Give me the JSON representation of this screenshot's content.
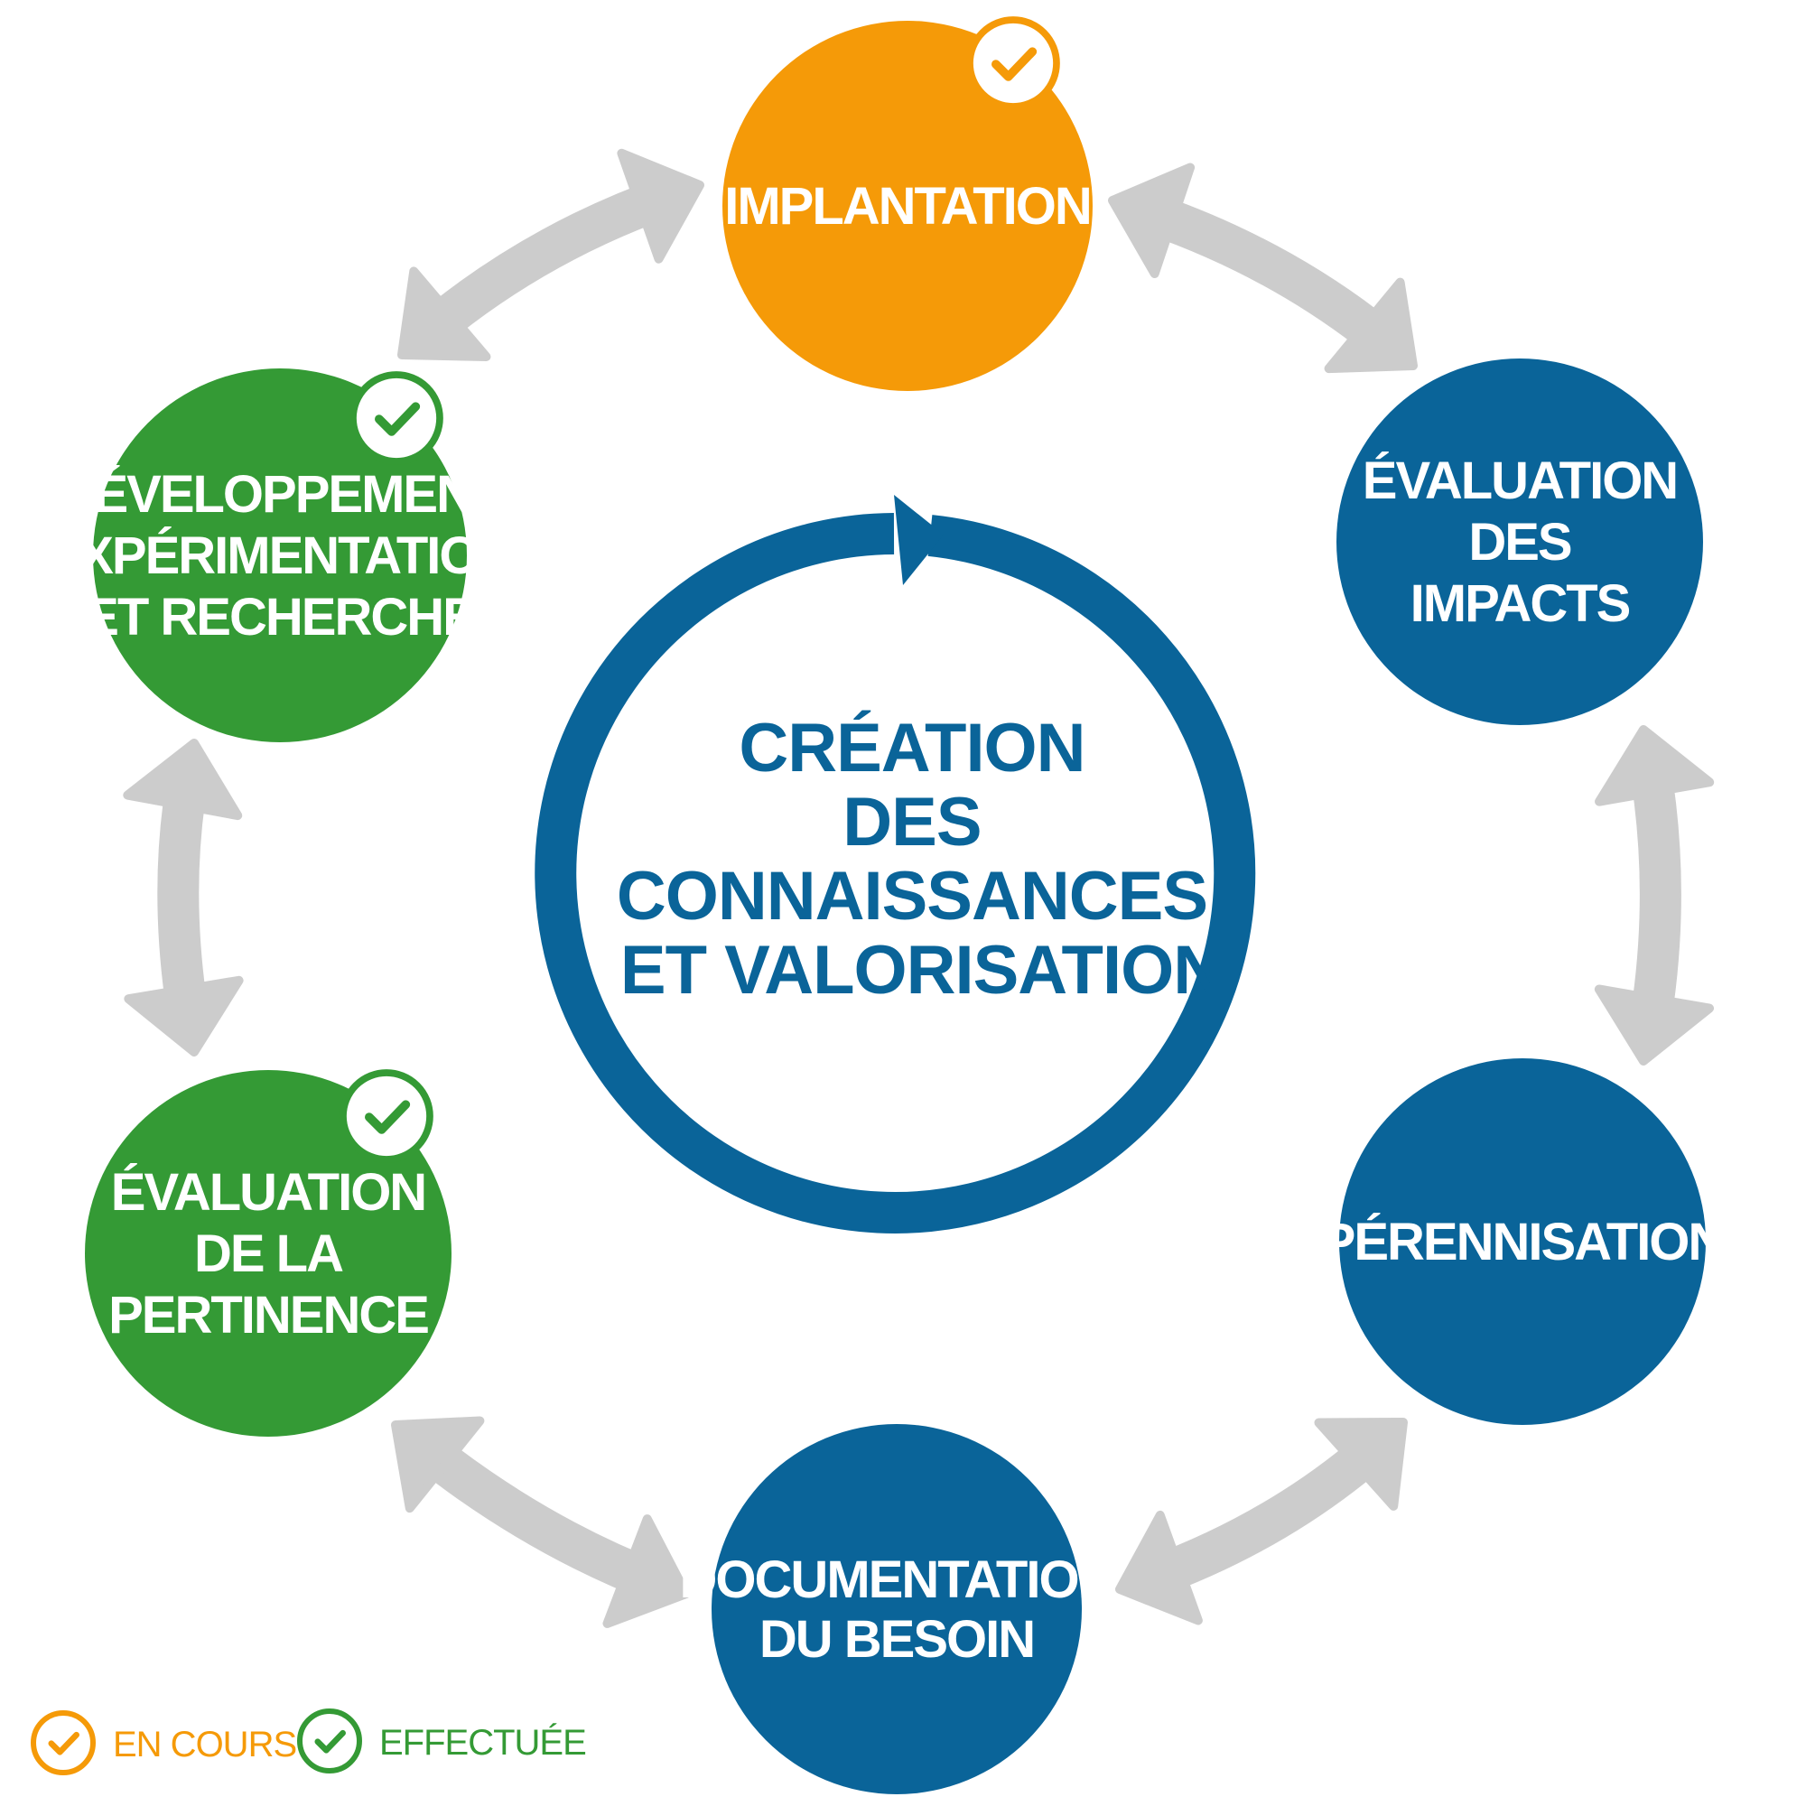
{
  "colors": {
    "orange": "#f59a08",
    "green": "#349a35",
    "blue": "#0a6499",
    "arrow_gray": "#cccccc",
    "white": "#ffffff"
  },
  "center": {
    "lines": [
      "CRÉATION",
      "DES",
      "CONNAISSANCES",
      "ET VALORISATION"
    ],
    "icon": "cycle-arrow-icon"
  },
  "nodes": [
    {
      "id": "implantation",
      "status": "en_cours",
      "color": "orange",
      "lines": [
        "IMPLANTATION"
      ]
    },
    {
      "id": "evaluation-impacts",
      "status": "none",
      "color": "blue",
      "lines": [
        "ÉVALUATION",
        "DES",
        "IMPACTS"
      ]
    },
    {
      "id": "perennisation",
      "status": "none",
      "color": "blue",
      "lines": [
        "PÉRENNISATION"
      ]
    },
    {
      "id": "documentation-besoin",
      "status": "none",
      "color": "blue",
      "lines": [
        "DOCUMENTATION",
        "DU BESOIN"
      ]
    },
    {
      "id": "evaluation-pertinence",
      "status": "effectuee",
      "color": "green",
      "lines": [
        "ÉVALUATION",
        "DE LA",
        "PERTINENCE"
      ]
    },
    {
      "id": "developpement",
      "status": "effectuee",
      "color": "green",
      "lines": [
        "DÉVELOPPEMENT",
        "EXPÉRIMENTATION",
        "ET RECHERCHE"
      ]
    }
  ],
  "connectors": [
    {
      "from": "implantation",
      "to": "evaluation-impacts",
      "icon": "double-arrow-icon"
    },
    {
      "from": "evaluation-impacts",
      "to": "perennisation",
      "icon": "double-arrow-icon"
    },
    {
      "from": "perennisation",
      "to": "documentation-besoin",
      "icon": "double-arrow-icon"
    },
    {
      "from": "documentation-besoin",
      "to": "evaluation-pertinence",
      "icon": "double-arrow-icon"
    },
    {
      "from": "evaluation-pertinence",
      "to": "developpement",
      "icon": "double-arrow-icon"
    },
    {
      "from": "developpement",
      "to": "implantation",
      "icon": "double-arrow-icon"
    }
  ],
  "legend": [
    {
      "status": "en_cours",
      "label": "EN COURS",
      "color": "orange",
      "icon": "check-circle-icon"
    },
    {
      "status": "effectuee",
      "label": "EFFECTUÉE",
      "color": "green",
      "icon": "check-circle-icon"
    }
  ]
}
